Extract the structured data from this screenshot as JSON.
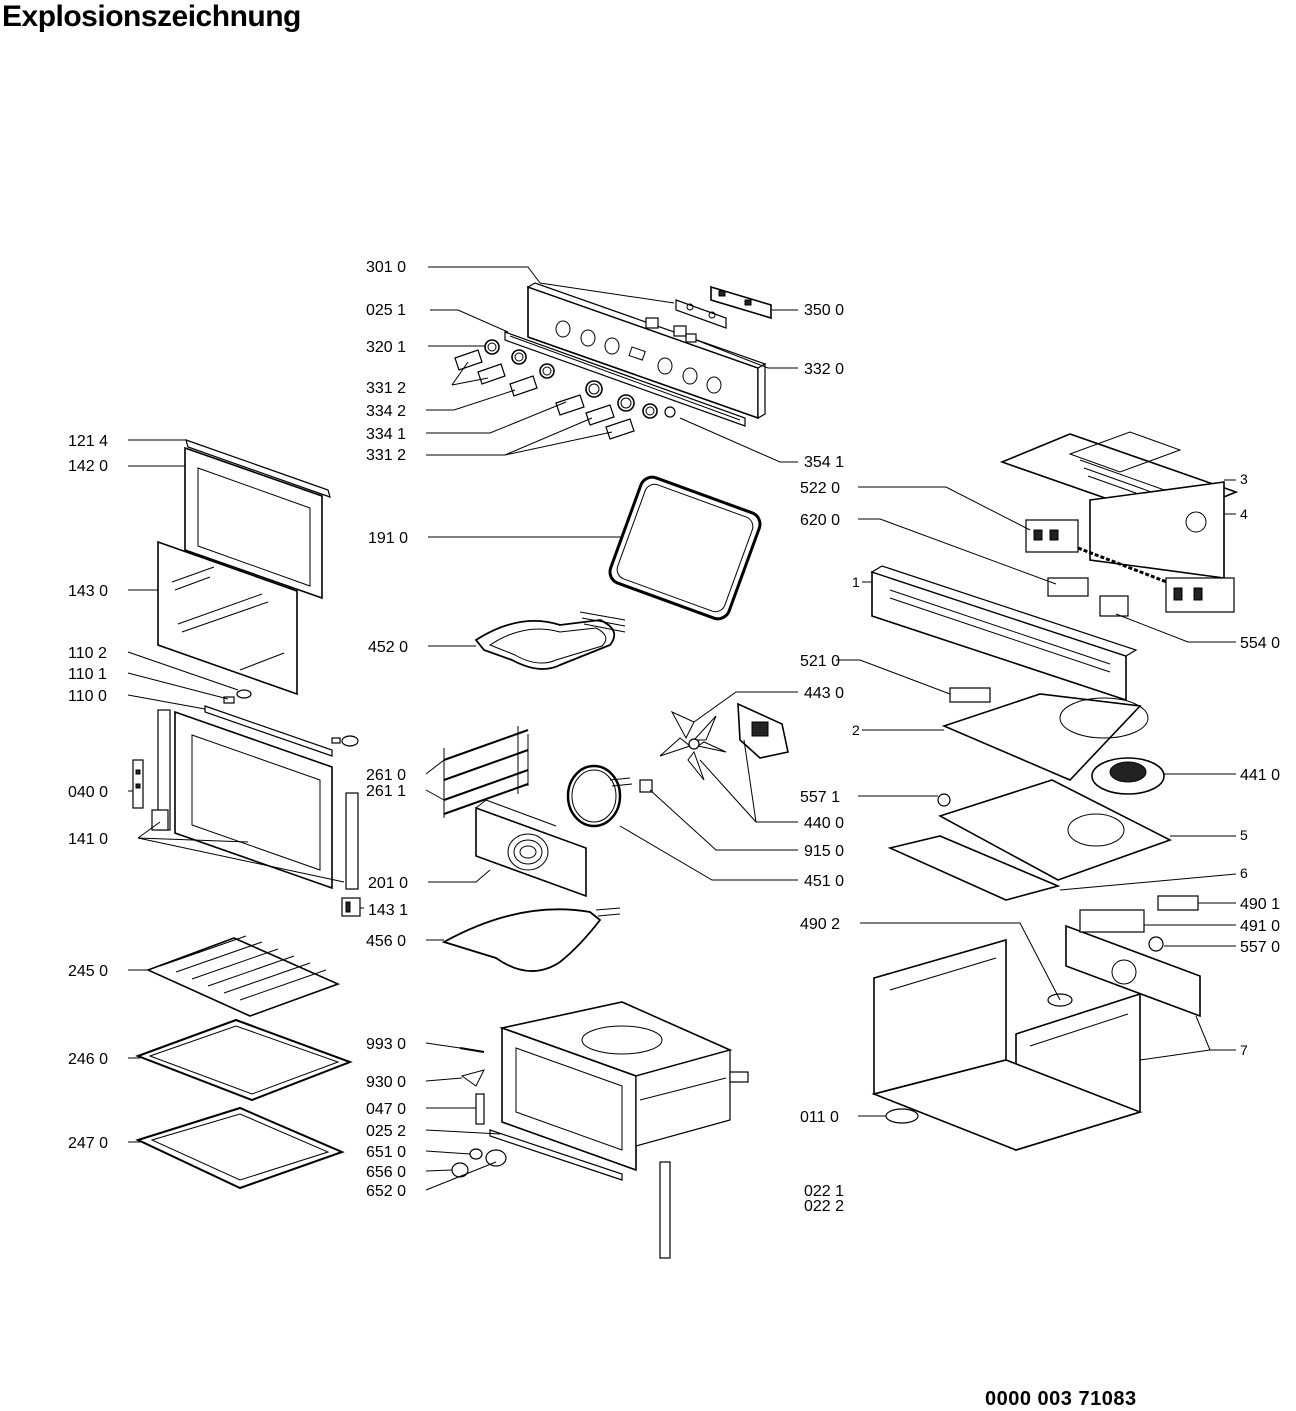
{
  "title": "Explosionszeichnung",
  "document_number": "0000 003 71083",
  "labels": {
    "l3010": "301 0",
    "l0251": "025 1",
    "l3201": "320 1",
    "l3312a": "331 2",
    "l3342": "334 2",
    "l3341": "334 1",
    "l3312b": "331 2",
    "l3500": "350 0",
    "l3320": "332 0",
    "l3541": "354 1",
    "l1214": "121 4",
    "l1420": "142 0",
    "l1430": "143 0",
    "l1102": "110 2",
    "l1101": "110 1",
    "l1100": "110 0",
    "l0400": "040 0",
    "l1410": "141 0",
    "l1431": "143 1",
    "l1910": "191 0",
    "l4520": "452 0",
    "l2610": "261 0",
    "l2611": "261 1",
    "l2010": "201 0",
    "l4560": "456 0",
    "l2450": "245 0",
    "l2460": "246 0",
    "l2470": "247 0",
    "l9930": "993 0",
    "l9300": "930 0",
    "l0470": "047 0",
    "l0252": "025 2",
    "l6510": "651 0",
    "l6560": "656 0",
    "l6520": "652 0",
    "l5220": "522 0",
    "l6200": "620 0",
    "l5540": "554 0",
    "l5210": "521 0",
    "l4430": "443 0",
    "l4410": "441 0",
    "l5571a": "557 1",
    "l4400": "440 0",
    "l9150": "915 0",
    "l4510": "451 0",
    "l4901": "490 1",
    "l4910": "491 0",
    "l5570": "557 0",
    "l4902": "490 2",
    "l0110": "011 0",
    "l0221": "022 1",
    "l0222": "022 2",
    "n1": "1",
    "n2": "2",
    "n3": "3",
    "n4": "4",
    "n5": "5",
    "n6": "6",
    "n7": "7"
  }
}
